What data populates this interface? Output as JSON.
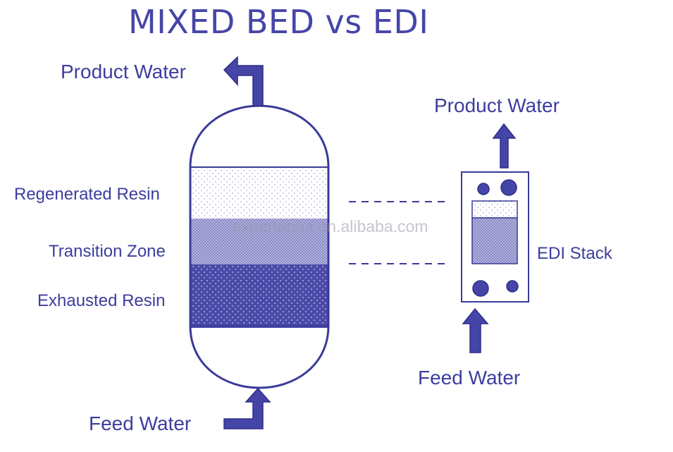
{
  "title": "MIXED BED vs EDI",
  "mixed_bed": {
    "product_water": "Product Water",
    "feed_water": "Feed Water",
    "layers": {
      "regenerated": "Regenerated Resin",
      "transition": "Transition Zone",
      "exhausted": "Exhausted Resin"
    }
  },
  "edi": {
    "product_water": "Product Water",
    "feed_water": "Feed Water",
    "stack": "EDI Stack"
  },
  "watermark": "expertaqua.en.alibaba.com",
  "colors": {
    "primary": "#4545a8",
    "stroke": "#3a3a9a",
    "exhausted": "#4a4aa8",
    "transition": "#9c9cd0",
    "regenerated_dots": "#9a9ac8"
  }
}
